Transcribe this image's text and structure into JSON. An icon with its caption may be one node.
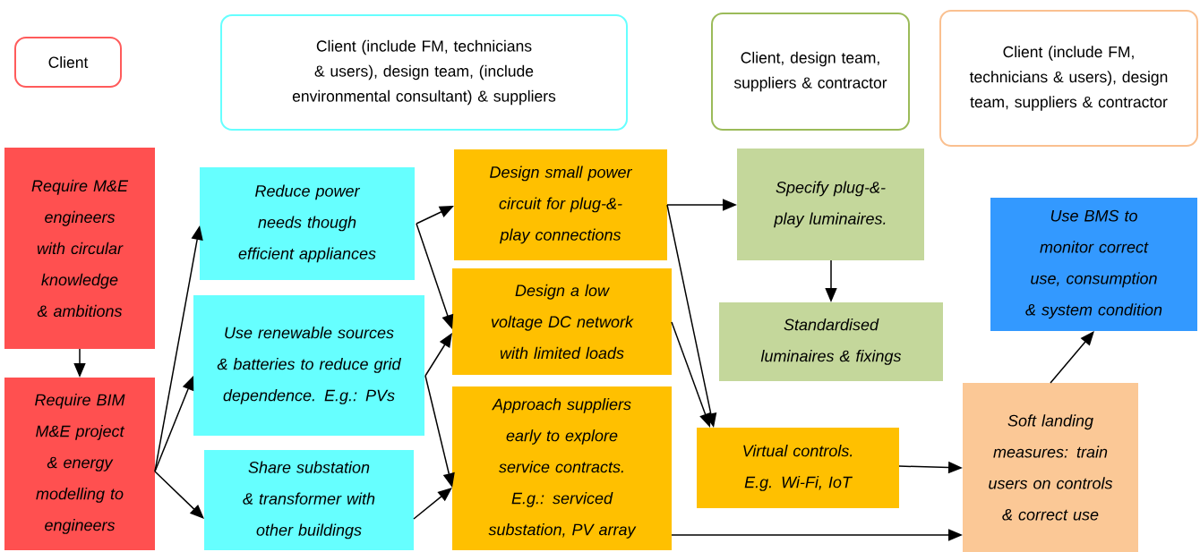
{
  "diagram": {
    "nodes": [
      {
        "text": [
          "Client"
        ]
      },
      {
        "text": [
          "Client (include FM, technicians & users), design team, (include environmental consultant) & suppliers"
        ]
      },
      {
        "text": [
          "Client, design team, suppliers & contractor"
        ]
      },
      {
        "text": [
          "Client (include FM, technicians & users), design team, suppliers & contractor"
        ]
      },
      {
        "text": [
          "Require M&E engineers with circular knowledge & ambitions"
        ]
      },
      {
        "text": [
          "Require BIM M&E project & energy modelling to engineers"
        ]
      },
      {
        "text": [
          "Reduce power needs though efficient appliances"
        ]
      },
      {
        "text": [
          "Use renewable sources & batteries to reduce grid dependence. E.g.: PVs"
        ]
      },
      {
        "text": [
          "Share substation & transformer with other buildings"
        ]
      },
      {
        "text": [
          "Design small power circuit for plug-&-play connections"
        ]
      },
      {
        "text": [
          "Design a low voltage DC network with limited loads"
        ]
      },
      {
        "text": [
          "Approach suppliers early to explore service contracts. E.g.: serviced substation, PV array"
        ]
      },
      {
        "text": [
          "Specify plug-&-play luminaires."
        ]
      },
      {
        "text": [
          "Standardised luminaires & fixings"
        ]
      },
      {
        "text": [
          "Use BMS to monitor correct use, consumption & system condition"
        ]
      },
      {
        "text": [
          "Virtual controls. E.g. Wi-Fi, IoT"
        ]
      },
      {
        "text": [
          "Soft landing measures: train users on controls & correct use"
        ]
      }
    ],
    "edges": [
      {
        "from": 4,
        "to": 5,
        "arrow": "to"
      },
      {
        "from": 5,
        "to": 6,
        "arrow": "to"
      },
      {
        "from": 5,
        "to": 7,
        "arrow": "to"
      },
      {
        "from": 5,
        "to": 8,
        "arrow": "to"
      },
      {
        "from": 6,
        "to": 9,
        "arrow": "to"
      },
      {
        "from": 6,
        "to": 10,
        "arrow": "to"
      },
      {
        "from": 7,
        "to": 10,
        "arrow": "to"
      },
      {
        "from": 7,
        "to": 11,
        "arrow": "to"
      },
      {
        "from": 8,
        "to": 11,
        "arrow": "to"
      },
      {
        "from": 9,
        "to": 12,
        "arrow": "to"
      },
      {
        "from": 9,
        "to": 15,
        "arrow": "to"
      },
      {
        "from": 10,
        "to": 15,
        "arrow": "to"
      },
      {
        "from": 12,
        "to": 13,
        "arrow": "to"
      },
      {
        "from": 15,
        "to": 16,
        "arrow": "to"
      },
      {
        "from": 11,
        "to": 16,
        "arrow": "to"
      },
      {
        "from": 16,
        "to": 14,
        "arrow": "to"
      }
    ]
  }
}
